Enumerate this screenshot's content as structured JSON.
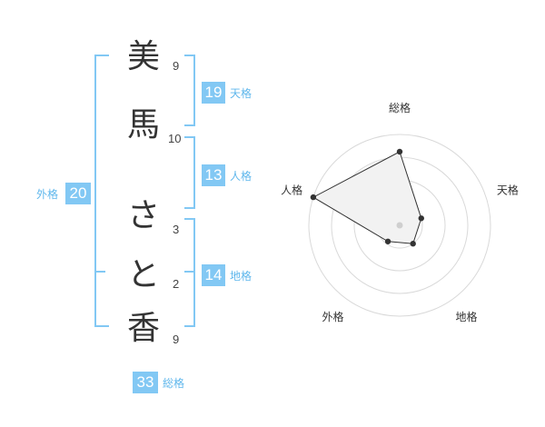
{
  "name": {
    "chars": [
      {
        "char": "美",
        "strokes": "9"
      },
      {
        "char": "馬",
        "strokes": "10"
      },
      {
        "char": "さ",
        "strokes": "3"
      },
      {
        "char": "と",
        "strokes": "2"
      },
      {
        "char": "香",
        "strokes": "9"
      }
    ]
  },
  "kaku": {
    "tenkaku": {
      "value": "19",
      "label": "天格"
    },
    "jinkaku": {
      "value": "13",
      "label": "人格"
    },
    "chikaku": {
      "value": "14",
      "label": "地格"
    },
    "gaikaku": {
      "value": "20",
      "label": "外格"
    },
    "soukaku": {
      "value": "33",
      "label": "総格"
    }
  },
  "colors": {
    "accent": "#82c8f4",
    "accent_text": "#5fb7ec",
    "polygon_fill": "#f2f2f2",
    "ring": "#d9d9d9"
  },
  "chart_data": {
    "type": "radar",
    "axes": [
      "総格",
      "天格",
      "地格",
      "外格",
      "人格"
    ],
    "values": [
      0.81,
      0.25,
      0.25,
      0.22,
      1.0
    ],
    "rings": 4
  }
}
